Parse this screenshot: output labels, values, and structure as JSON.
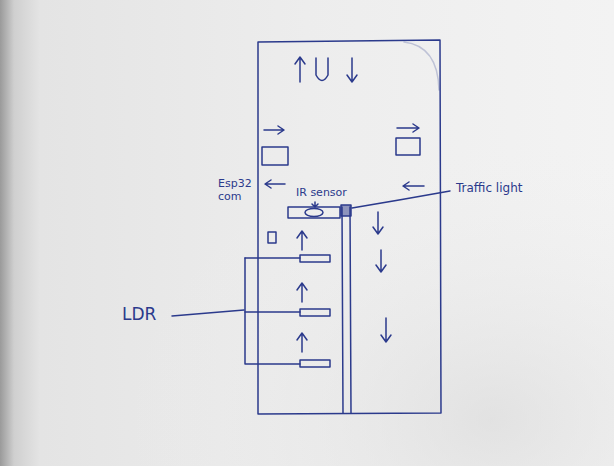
{
  "diagram": {
    "labels": [
      "IR sensor",
      "Traffic light",
      "Esp32 com",
      "LDR"
    ]
  }
}
